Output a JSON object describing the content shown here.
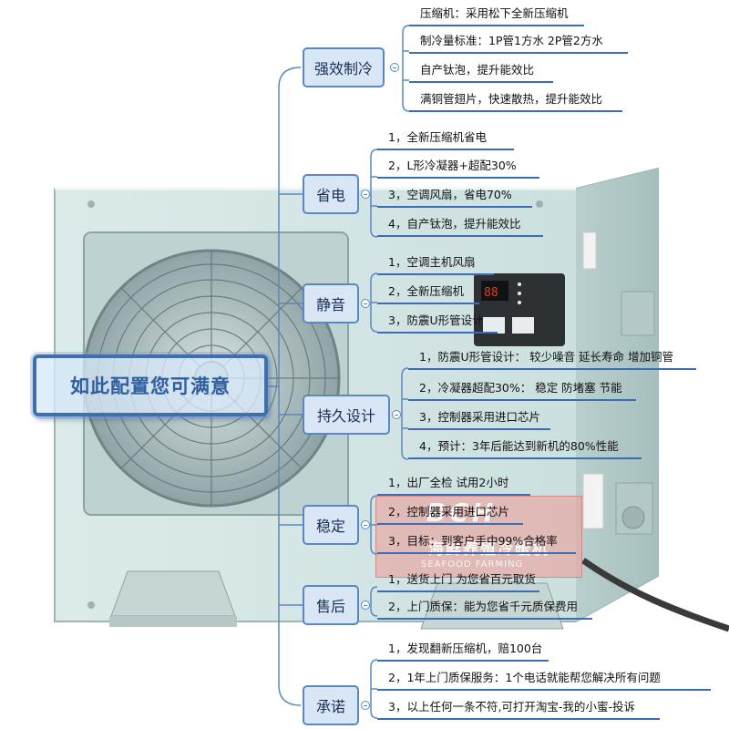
{
  "root": {
    "label": "如此配置您可满意"
  },
  "product": {
    "brand_logo": "BCH",
    "brand_cn": "海鲜养殖冷暖机",
    "brand_en": "SEAFOOD FARMING"
  },
  "branches": [
    {
      "label": "强效制冷",
      "items": [
        "压缩机：采用松下全新压缩机",
        "制冷量标准：1P管1方水  2P管2方水",
        "自产钛泡，提升能效比",
        "满铜管翅片，快速散热，提升能效比"
      ]
    },
    {
      "label": "省电",
      "items": [
        "1，全新压缩机省电",
        "2，L形冷凝器+超配30%",
        "3，空调风扇，省电70%",
        "4，自产钛泡，提升能效比"
      ]
    },
    {
      "label": "静音",
      "items": [
        "1，空调主机风扇",
        "2，全新压缩机",
        "3，防震U形管设计"
      ]
    },
    {
      "label": "持久设计",
      "items": [
        "1，防震U形管设计：  较少噪音 延长寿命 增加铜管",
        "2，冷凝器超配30%：  稳定 防堵塞 节能",
        "3，控制器采用进口芯片",
        "4，预计：3年后能达到新机的80%性能"
      ]
    },
    {
      "label": "稳定",
      "items": [
        "1，出厂全检  试用2小时",
        "2，控制器采用进口芯片",
        "3，目标：到客户手中99%合格率"
      ]
    },
    {
      "label": "售后",
      "items": [
        "1，送货上门  为您省百元取货",
        "2，上门质保：能为您省千元质保费用"
      ]
    },
    {
      "label": "承诺",
      "items": [
        "1，发现翻新压缩机，赔100台",
        "2，1年上门质保服务：1个电话就能帮您解决所有问题",
        "3，以上任何一条不符,可打开淘宝-我的小蜜-投诉"
      ]
    }
  ]
}
